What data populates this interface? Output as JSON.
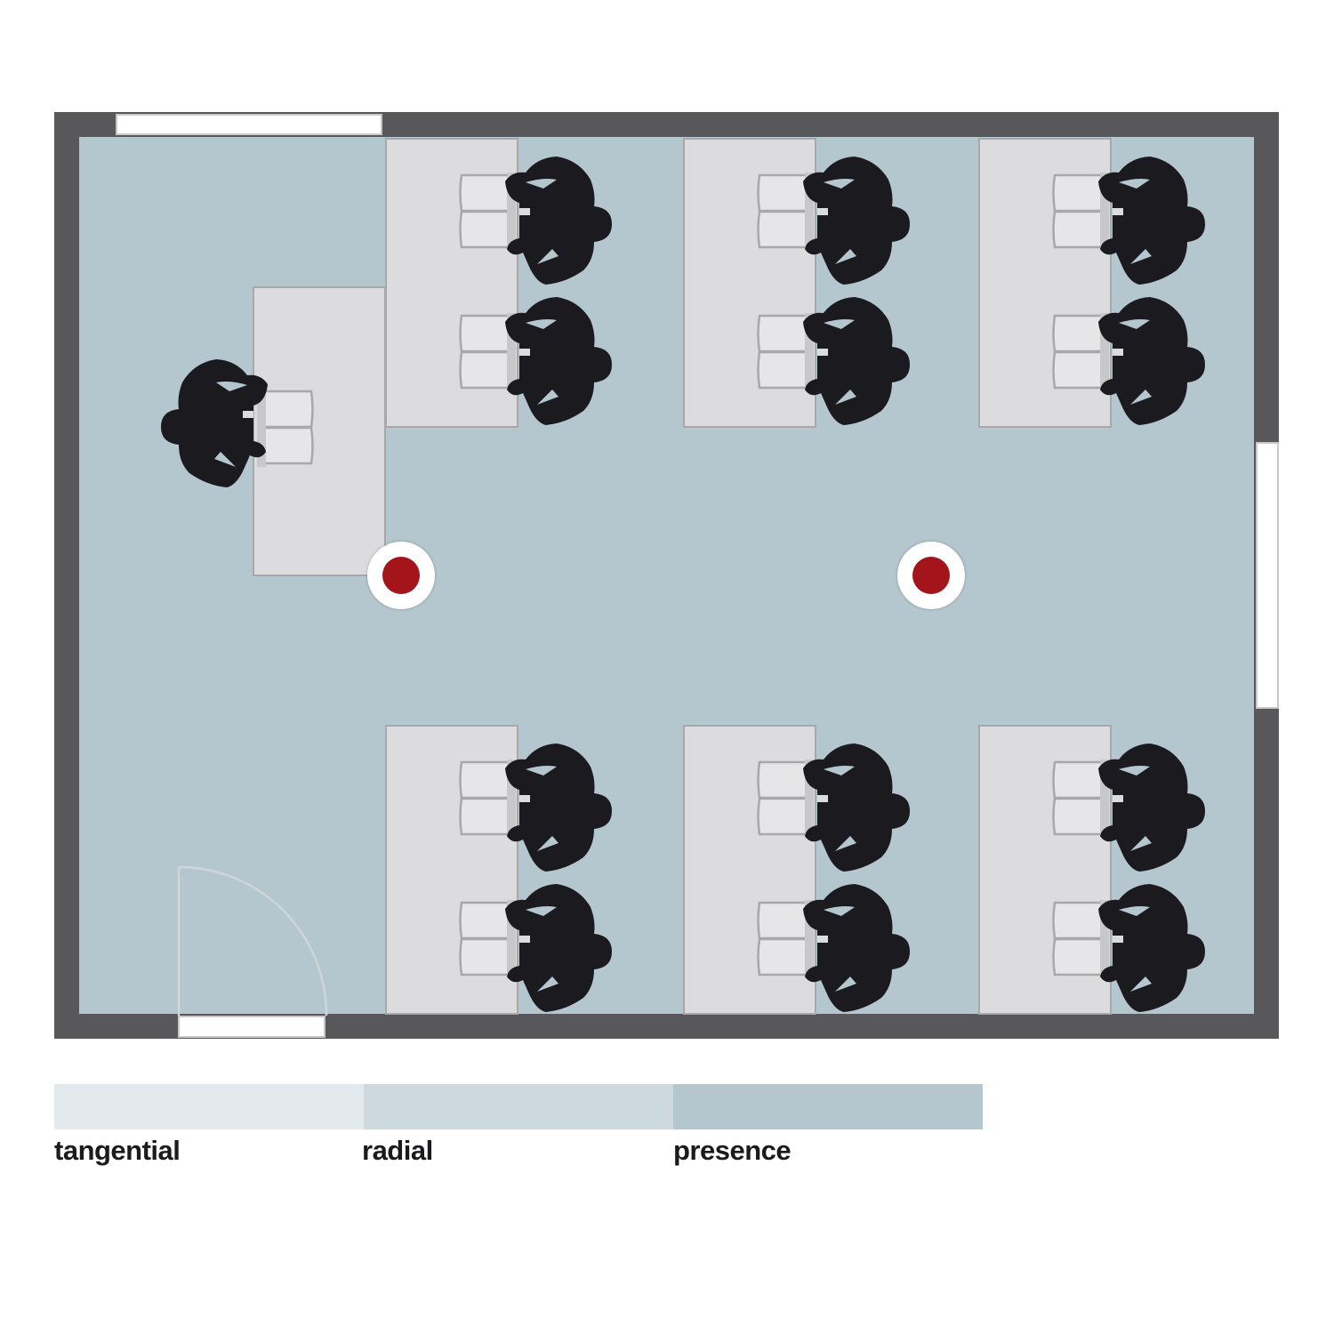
{
  "floorplan": {
    "title": "classroom sensor coverage",
    "desk_groups": 6,
    "students": 12,
    "teachers": 1,
    "sensors": 2
  },
  "legend": {
    "items": [
      {
        "label": "tangential",
        "color": "#e3eaed"
      },
      {
        "label": "radial",
        "color": "#ccd9df"
      },
      {
        "label": "presence",
        "color": "#b4c6ce"
      }
    ]
  },
  "colors": {
    "wall": "#58585a",
    "floor": "#b4c6ce",
    "desk": "#dcdcde",
    "person": "#1b1a1e",
    "sensor": "#a3151b"
  }
}
